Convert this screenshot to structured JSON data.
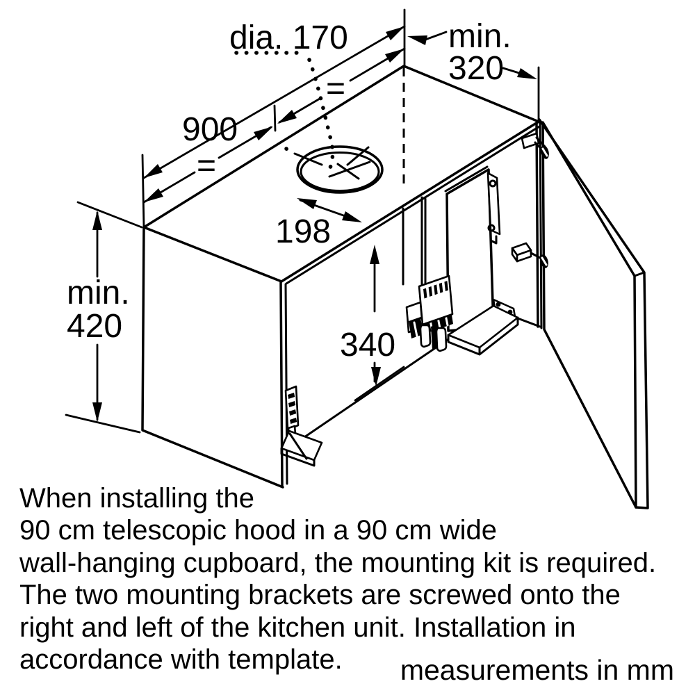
{
  "drawing": {
    "dimensions": {
      "hole_diameter": "dia. 170",
      "depth_min_label": "min.",
      "depth_min_value": "320",
      "cabinet_width": "900",
      "hole_offset": "198",
      "height_min_label": "min.",
      "height_min_value": "420",
      "bracket_height": "340",
      "equals_left": "=",
      "equals_right": "="
    }
  },
  "caption": {
    "line1": "When installing the",
    "line2": "90 cm telescopic hood in a 90 cm wide",
    "line3": "wall-hanging cupboard, the mounting kit is required.",
    "line4": "The two mounting brackets are screwed onto the",
    "line5": "right and left of the kitchen unit. Installation in",
    "line6": "accordance with template.",
    "note": "measurements in mm"
  },
  "colors": {
    "ink": "#000000",
    "paper": "#ffffff"
  }
}
